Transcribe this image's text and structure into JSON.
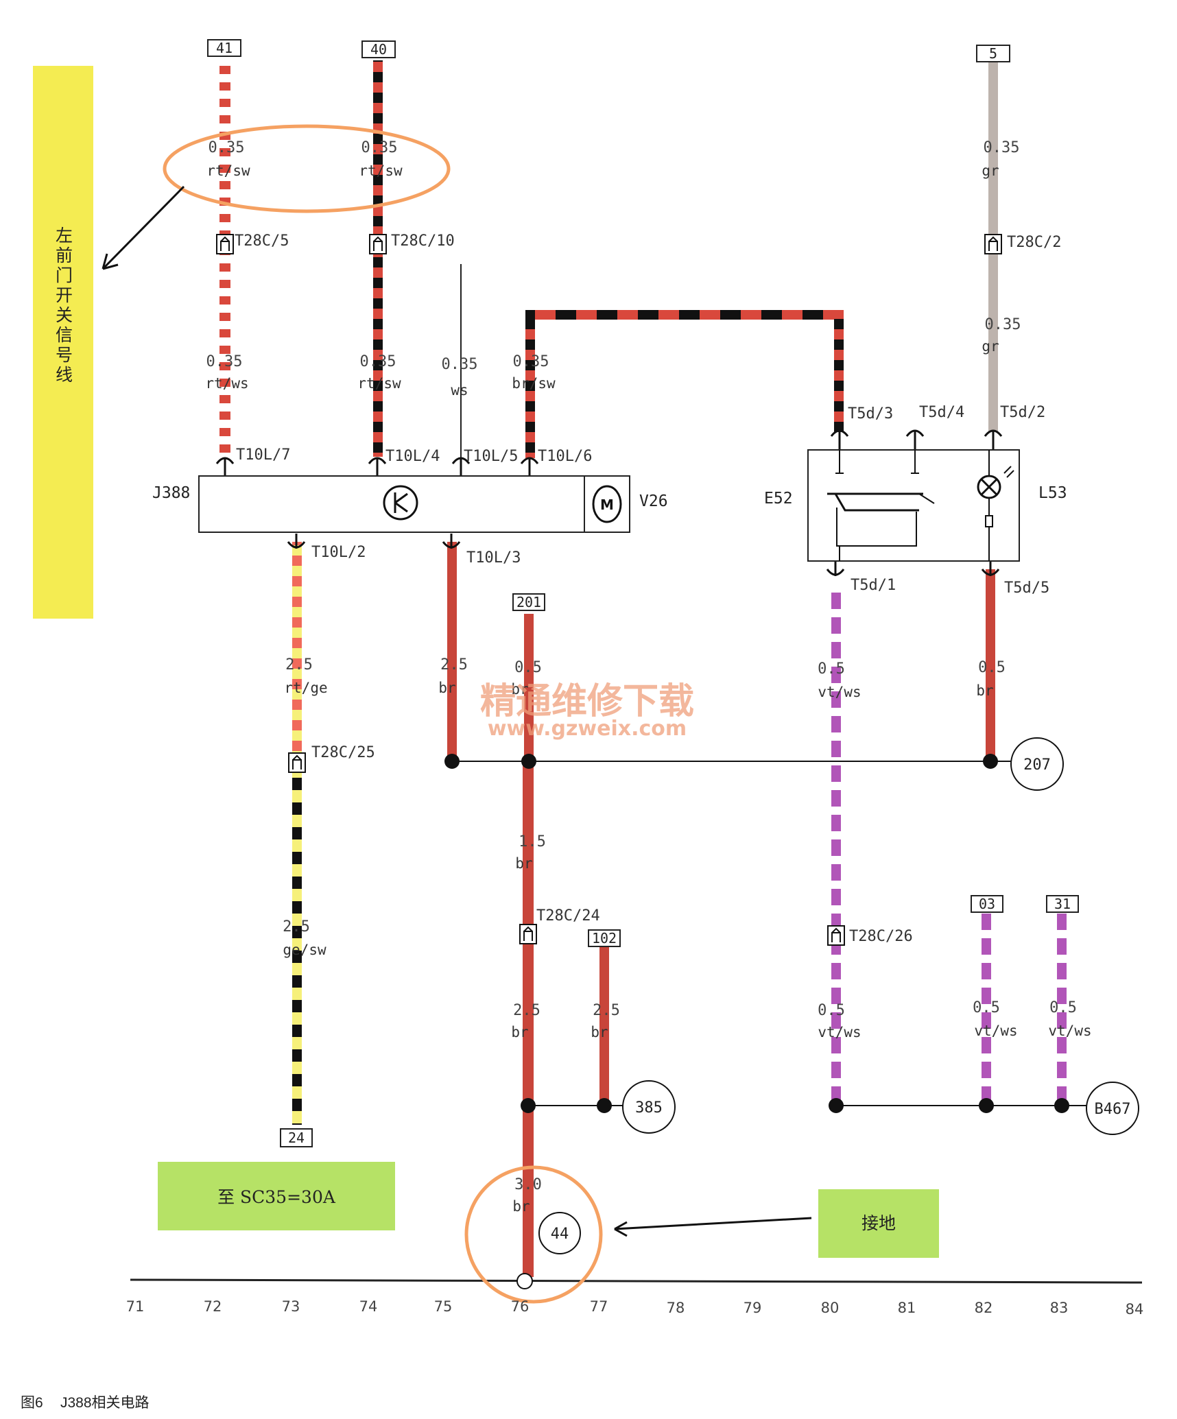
{
  "connectors": {
    "c41": "41",
    "c40": "40",
    "c5": "5",
    "c201": "201",
    "c102": "102",
    "c24": "24",
    "c03": "03",
    "c31": "31"
  },
  "grounds": {
    "g207": "207",
    "g385": "385",
    "gB467": "B467",
    "g44": "44"
  },
  "components": {
    "j388": "J388",
    "v26": "V26",
    "e52": "E52",
    "l53": "L53"
  },
  "pins": {
    "t28c5": "T28C/5",
    "t28c10": "T28C/10",
    "t28c2": "T28C/2",
    "t10l7": "T10L/7",
    "t10l4": "T10L/4",
    "t10l5": "T10L/5",
    "t10l6": "T10L/6",
    "t10l2": "T10L/2",
    "t10l3": "T10L/3",
    "t5d3": "T5d/3",
    "t5d4": "T5d/4",
    "t5d2": "T5d/2",
    "t5d1": "T5d/1",
    "t5d5": "T5d/5",
    "t28c25": "T28C/25",
    "t28c24": "T28C/24",
    "t28c26": "T28C/26"
  },
  "wires": {
    "w1a_size": "0.35",
    "w1a_color": "rt/sw",
    "w2a_size": "0.35",
    "w2a_color": "rt/sw",
    "w3a_size": "0.35",
    "w3a_color": "gr",
    "w1b_size": "0.35",
    "w1b_color": "rt/ws",
    "w2b_size": "0.35",
    "w2b_color": "rt/sw",
    "w4_size": "0.35",
    "w4_color": "ws",
    "w5_size": "0.35",
    "w5_color": "br/sw",
    "w3b_size": "0.35",
    "w3b_color": "gr",
    "w6_size": "2.5",
    "w6_color": "rt/ge",
    "w7_size": "2.5",
    "w7_color": "br",
    "w8_size": "0.5",
    "w8_color": "br",
    "w9_size": "0.5",
    "w9_color": "vt/ws",
    "w10_size": "0.5",
    "w10_color": "br",
    "w11_size": "1.5",
    "w11_color": "br",
    "w12_size": "2.5",
    "w12_color": "ge/sw",
    "w13_size": "2.5",
    "w13_color": "br",
    "w14_size": "2.5",
    "w14_color": "br",
    "w15_size": "0.5",
    "w15_color": "vt/ws",
    "w16_size": "0.5",
    "w16_color": "vt/ws",
    "w17_size": "0.5",
    "w17_color": "vt/ws",
    "w18_size": "3.0",
    "w18_color": "br"
  },
  "annotations": {
    "left_door": "左前门开关信号线",
    "to_fuse": "至 SC35=30A",
    "ground": "接地"
  },
  "watermark": {
    "cn": "精通维修下载",
    "url": "www.gzweix.com"
  },
  "scale": [
    "71",
    "72",
    "73",
    "74",
    "75",
    "76",
    "77",
    "78",
    "79",
    "80",
    "81",
    "82",
    "83",
    "84"
  ],
  "caption": {
    "fig": "图6",
    "title": "J388相关电路"
  },
  "colors": {
    "red": "#d9483c",
    "brown": "#c8453a",
    "black": "#111111",
    "gray": "#bdb3ad",
    "violet": "#b155b8",
    "yellow": "#f5f07a",
    "highlight_yellow": "#f4ec52",
    "highlight_green": "#b6e266",
    "annotation_orange": "#f5a162"
  }
}
